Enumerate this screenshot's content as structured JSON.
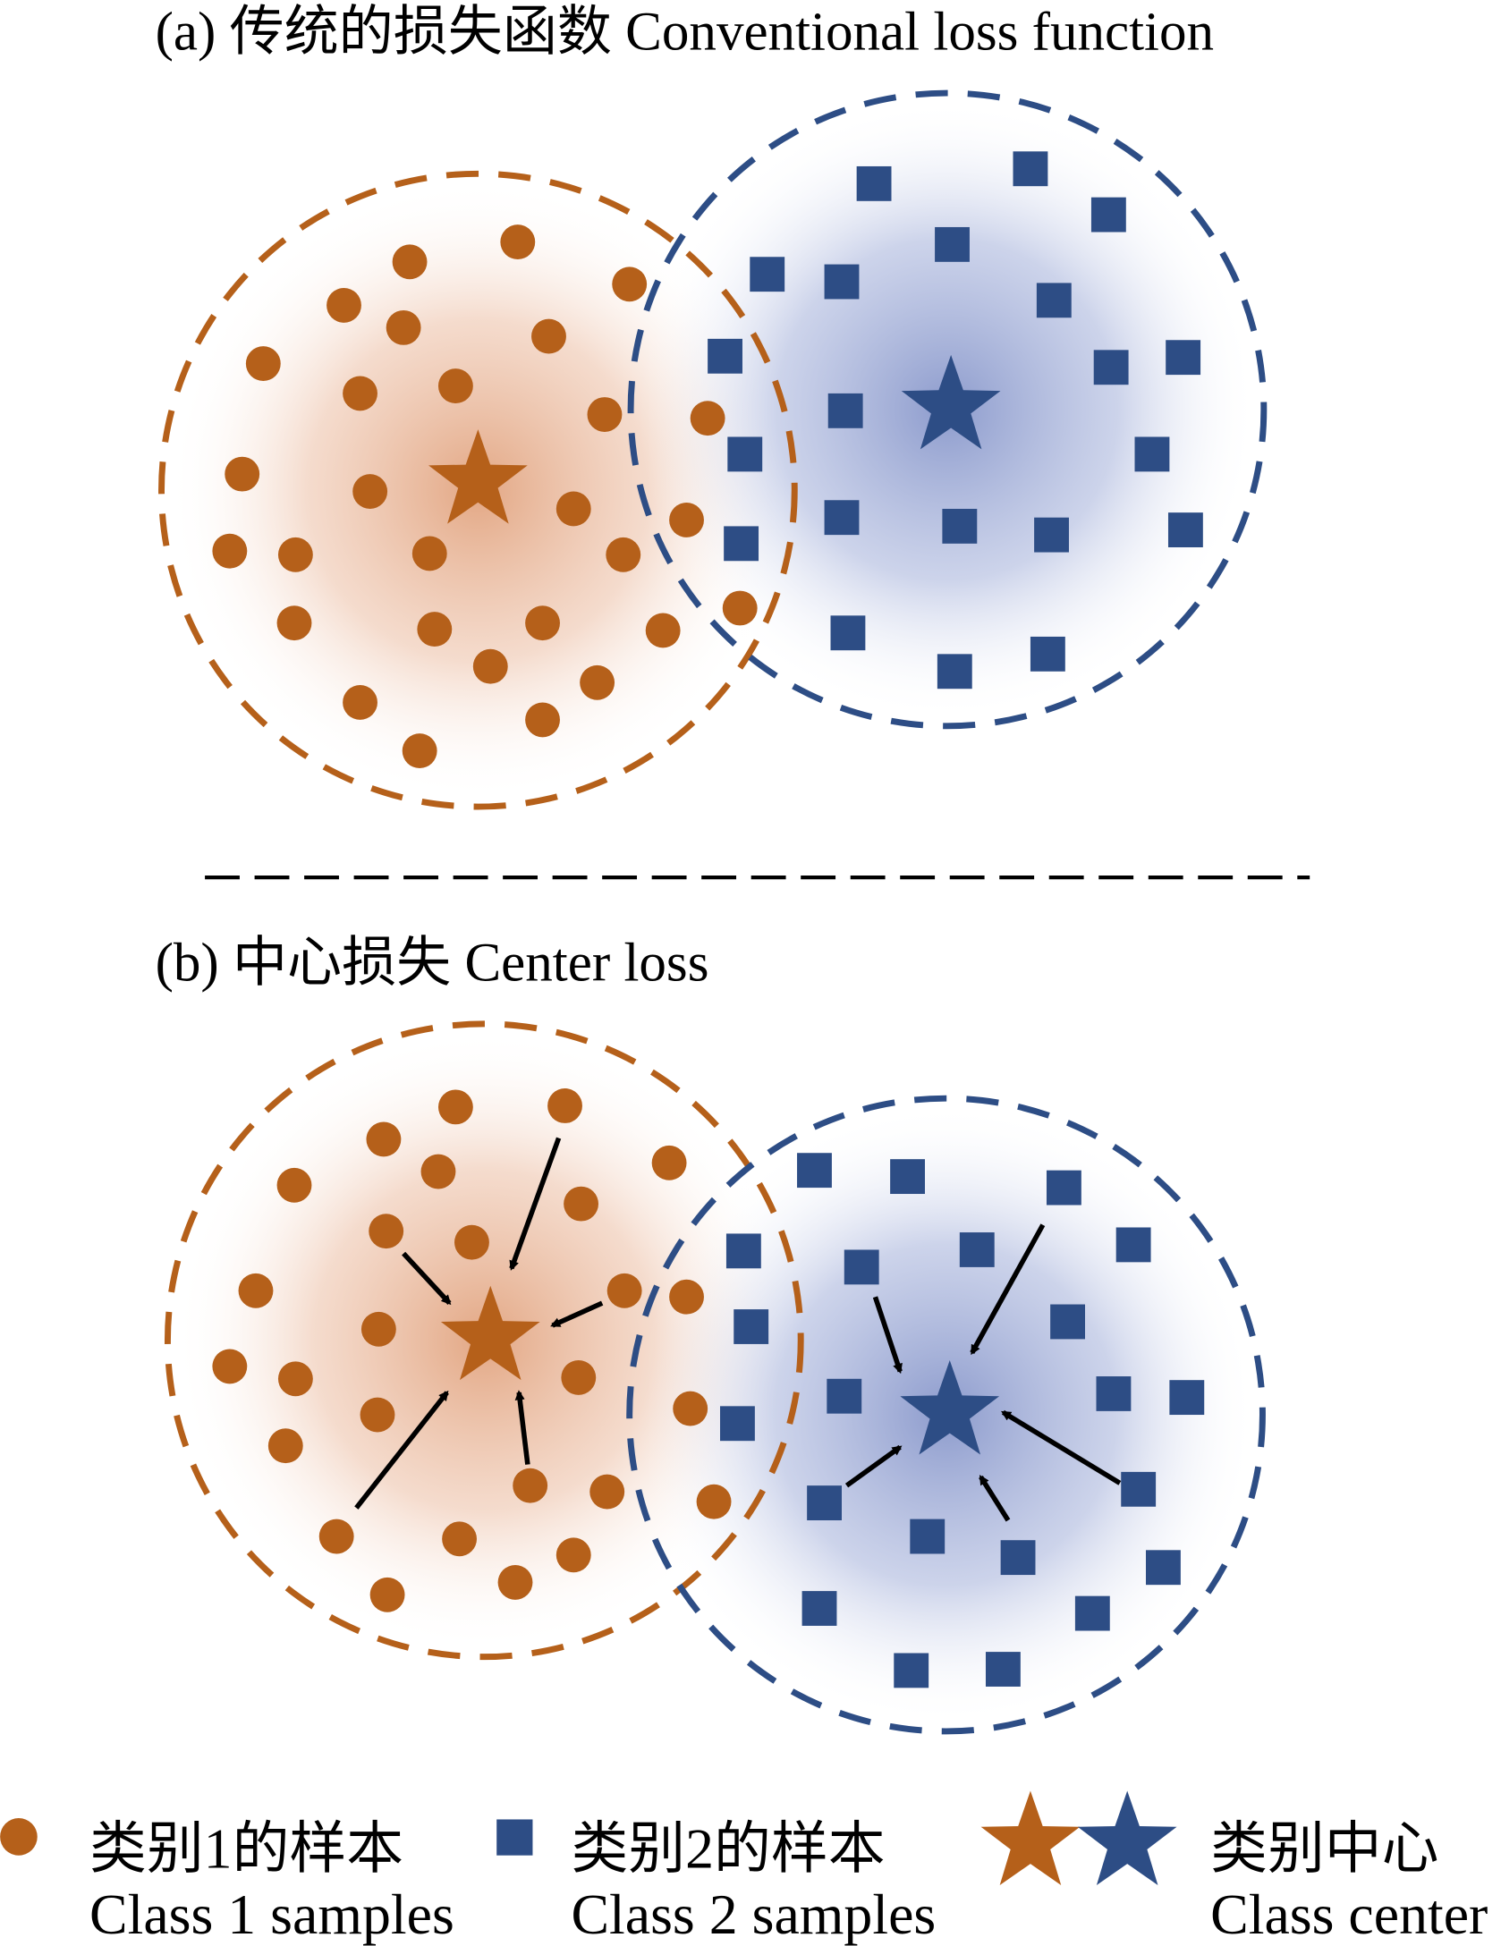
{
  "panel_a": {
    "title": "(a) 传统的损失函数 Conventional loss function"
  },
  "panel_b": {
    "title": "(b) 中心损失 Center loss"
  },
  "legend": {
    "class1_cn": "类别1的样本",
    "class1_en": "Class 1 samples",
    "class2_cn": "类别2的样本",
    "class2_en": "Class 2 samples",
    "center_cn": "类别中心",
    "center_en": "Class center"
  },
  "colors": {
    "class1": "#b5601a",
    "class2": "#2d4d85",
    "arrow": "#000000"
  }
}
